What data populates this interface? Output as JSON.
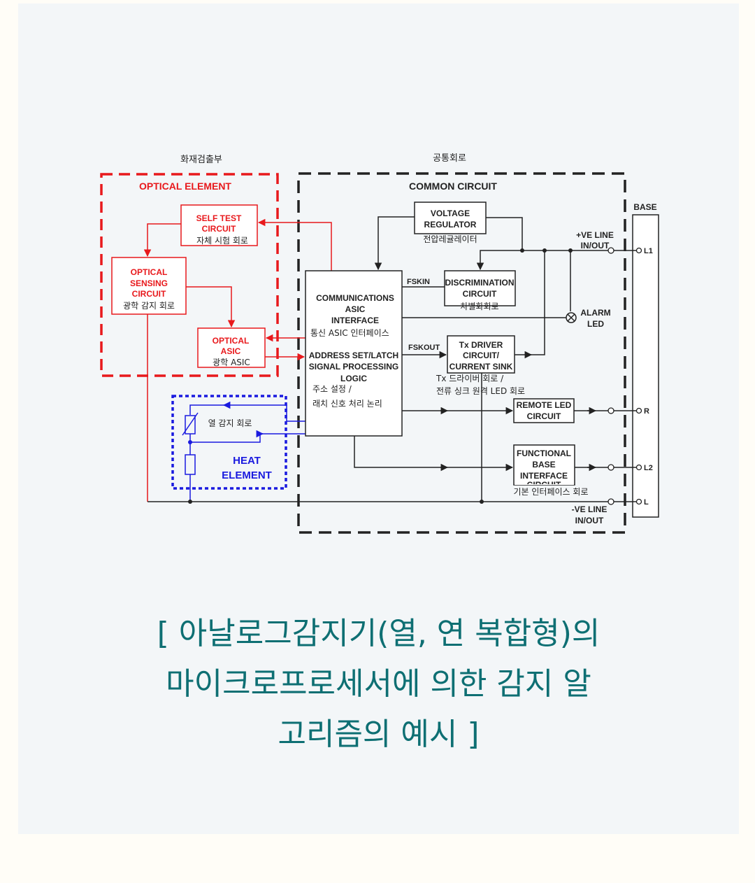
{
  "header_labels": {
    "detection": "화재검출부",
    "common": "공통회로"
  },
  "optical_element": {
    "title": "OPTICAL ELEMENT",
    "self_test": [
      "SELF TEST",
      "CIRCUIT"
    ],
    "self_test_ko": "자체 시험 회로",
    "sensing": [
      "OPTICAL",
      "SENSING",
      "CIRCUIT"
    ],
    "sensing_ko": "광학 감지 회로",
    "asic": [
      "OPTICAL",
      "ASIC"
    ],
    "asic_ko": "광학 ASIC"
  },
  "heat_element": {
    "title": [
      "HEAT",
      "ELEMENT"
    ],
    "sensor_ko": "열 감지 회로"
  },
  "common_circuit": {
    "title": "COMMON CIRCUIT",
    "voltage_regulator": [
      "VOLTAGE",
      "REGULATOR"
    ],
    "voltage_regulator_ko": "전압레귤레이터",
    "comm_asic": [
      "COMMUNICATIONS",
      "ASIC",
      "INTERFACE"
    ],
    "comm_asic_ko": "통신 ASIC 인터페이스",
    "address": [
      "ADDRESS SET/LATCH",
      "SIGNAL PROCESSING",
      "LOGIC"
    ],
    "address_ko": [
      "주소 설정 /",
      "래치 신호 처리 논리"
    ],
    "fskin": "FSKIN",
    "fskout": "FSKOUT",
    "discrimination": [
      "DISCRIMINATION",
      "CIRCUIT"
    ],
    "discrimination_ko": "차별화회로",
    "tx_driver": [
      "Tx DRIVER",
      "CIRCUIT/",
      "CURRENT SINK"
    ],
    "tx_driver_ko": [
      "Tx 드라이버 회로 /",
      "전류 싱크  원격 LED 회로"
    ],
    "remote_led": [
      "REMOTE LED",
      "CIRCUIT"
    ],
    "functional": [
      "FUNCTIONAL",
      "BASE",
      "INTERFACE",
      "CIRCUIT"
    ],
    "functional_ko": "기본 인터페이스 회로",
    "alarm_led": [
      "ALARM",
      "LED"
    ],
    "ve_plus": [
      "+VE LINE",
      "IN/OUT"
    ],
    "ve_minus": [
      "-VE LINE",
      "IN/OUT"
    ]
  },
  "base": {
    "title": "BASE",
    "terminals": [
      "L1",
      "R",
      "L2",
      "L"
    ]
  },
  "caption": [
    "[ 아날로그감지기(열, 연 복합형)의",
    "마이크로프로세서에 의한 감지 알",
    "고리즘의 예시 ]"
  ],
  "colors": {
    "optical": "#e8191c",
    "heat": "#1a1adf",
    "line": "#222222",
    "caption": "#0e6f73",
    "card": "#f3f6f8",
    "page": "#fffdf7"
  }
}
